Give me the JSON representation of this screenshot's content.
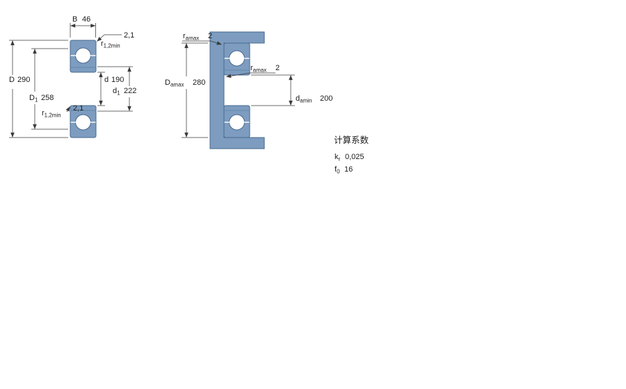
{
  "drawing": {
    "left_figure": {
      "B": {
        "symbol": "B",
        "value": "46"
      },
      "D": {
        "symbol": "D",
        "value": "290"
      },
      "D1": {
        "symbol": "D",
        "sub": "1",
        "value": "258"
      },
      "r12_top": {
        "symbol": "r",
        "sub": "1,2min",
        "value": "2,1"
      },
      "d": {
        "symbol": "d",
        "value": "190"
      },
      "d1": {
        "symbol": "d",
        "sub": "1",
        "value": "222"
      },
      "r12_bottom": {
        "symbol": "r",
        "sub": "1,2min",
        "value": "2,1"
      }
    },
    "right_figure": {
      "ra_top": {
        "symbol": "r",
        "sub": "amax",
        "value": "2"
      },
      "Da": {
        "symbol": "D",
        "sub": "amax",
        "value": "280"
      },
      "ra_mid": {
        "symbol": "r",
        "sub": "amax",
        "value": "2"
      },
      "da": {
        "symbol": "d",
        "sub": "amin",
        "value": "200"
      }
    }
  },
  "calculation_factors": {
    "title": "计算系数",
    "rows": [
      {
        "symbol": "k",
        "sub": "r",
        "value": "0,025"
      },
      {
        "symbol": "f",
        "sub": "0",
        "value": "16"
      }
    ]
  },
  "colors": {
    "steel_fill": "#7d9cc0",
    "steel_stroke": "#46688c",
    "dimension_line": "#3a3a3a",
    "text": "#1a1a1a",
    "background": "#ffffff"
  }
}
